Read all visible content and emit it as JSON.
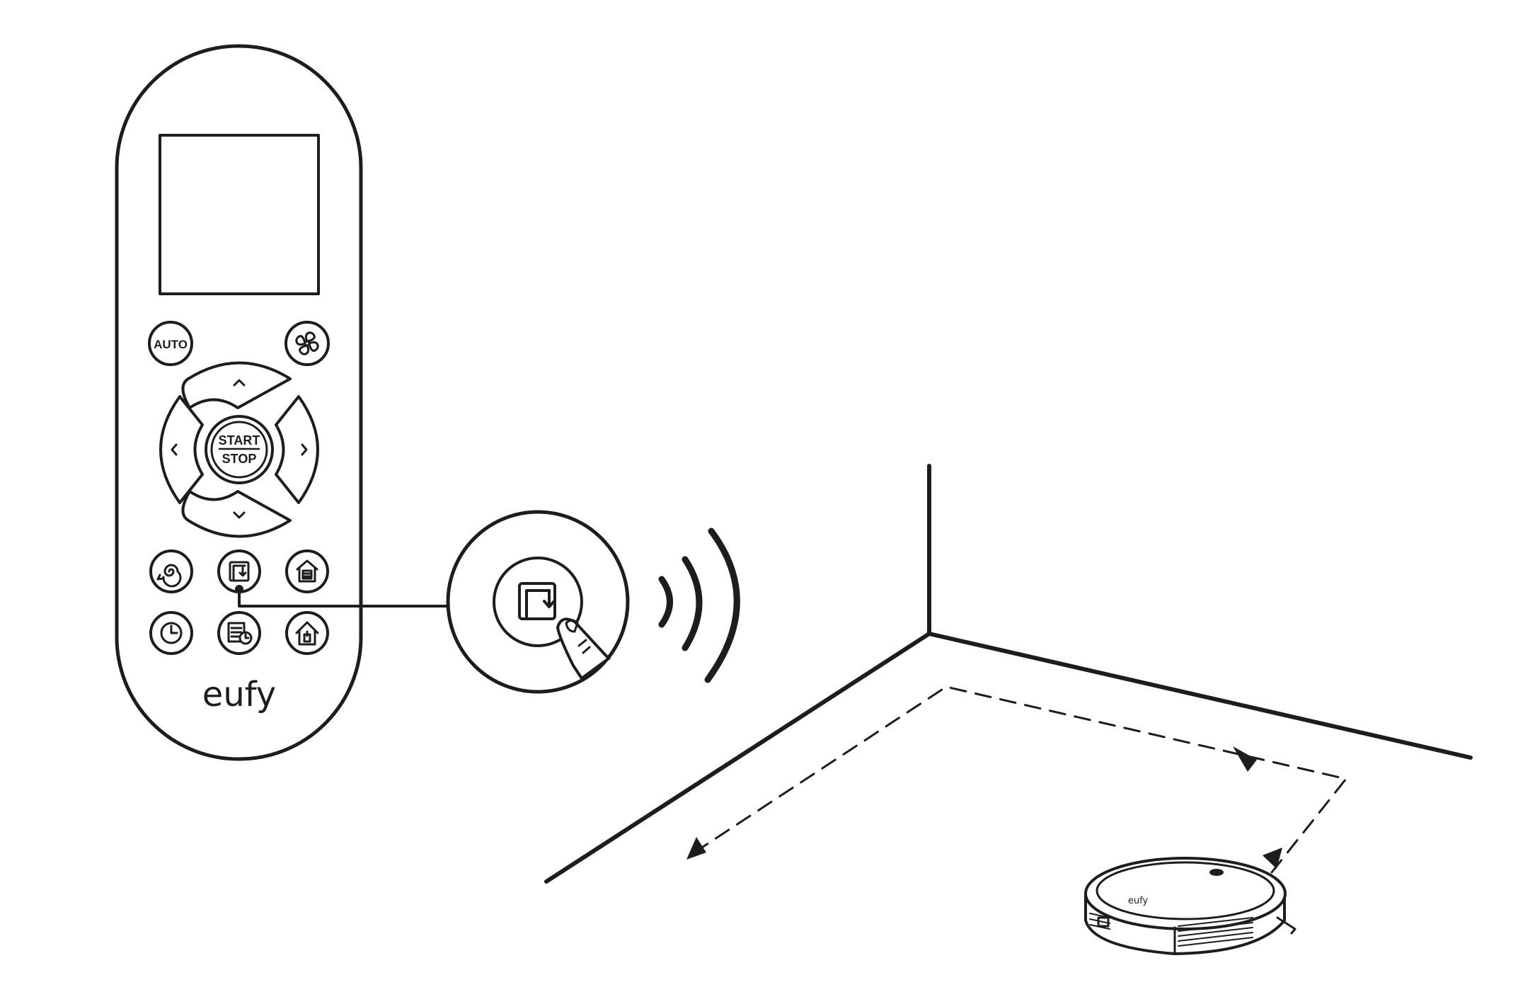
{
  "remote": {
    "buttons": {
      "auto_label": "AUTO",
      "start_label": "START",
      "stop_label": "STOP"
    },
    "icons": {
      "fan": "fan-icon",
      "up": "chevron-up-icon",
      "down": "chevron-down-icon",
      "left": "chevron-left-icon",
      "right": "chevron-right-icon",
      "spot": "spot-clean-icon",
      "edge": "edge-clean-icon",
      "single_room": "single-room-icon",
      "clock": "clock-icon",
      "schedule": "schedule-icon",
      "home": "home-icon"
    },
    "brand": "eufy"
  },
  "robot": {
    "brand": "eufy"
  },
  "colors": {
    "line": "#1d1d1b",
    "background": "#ffffff"
  }
}
